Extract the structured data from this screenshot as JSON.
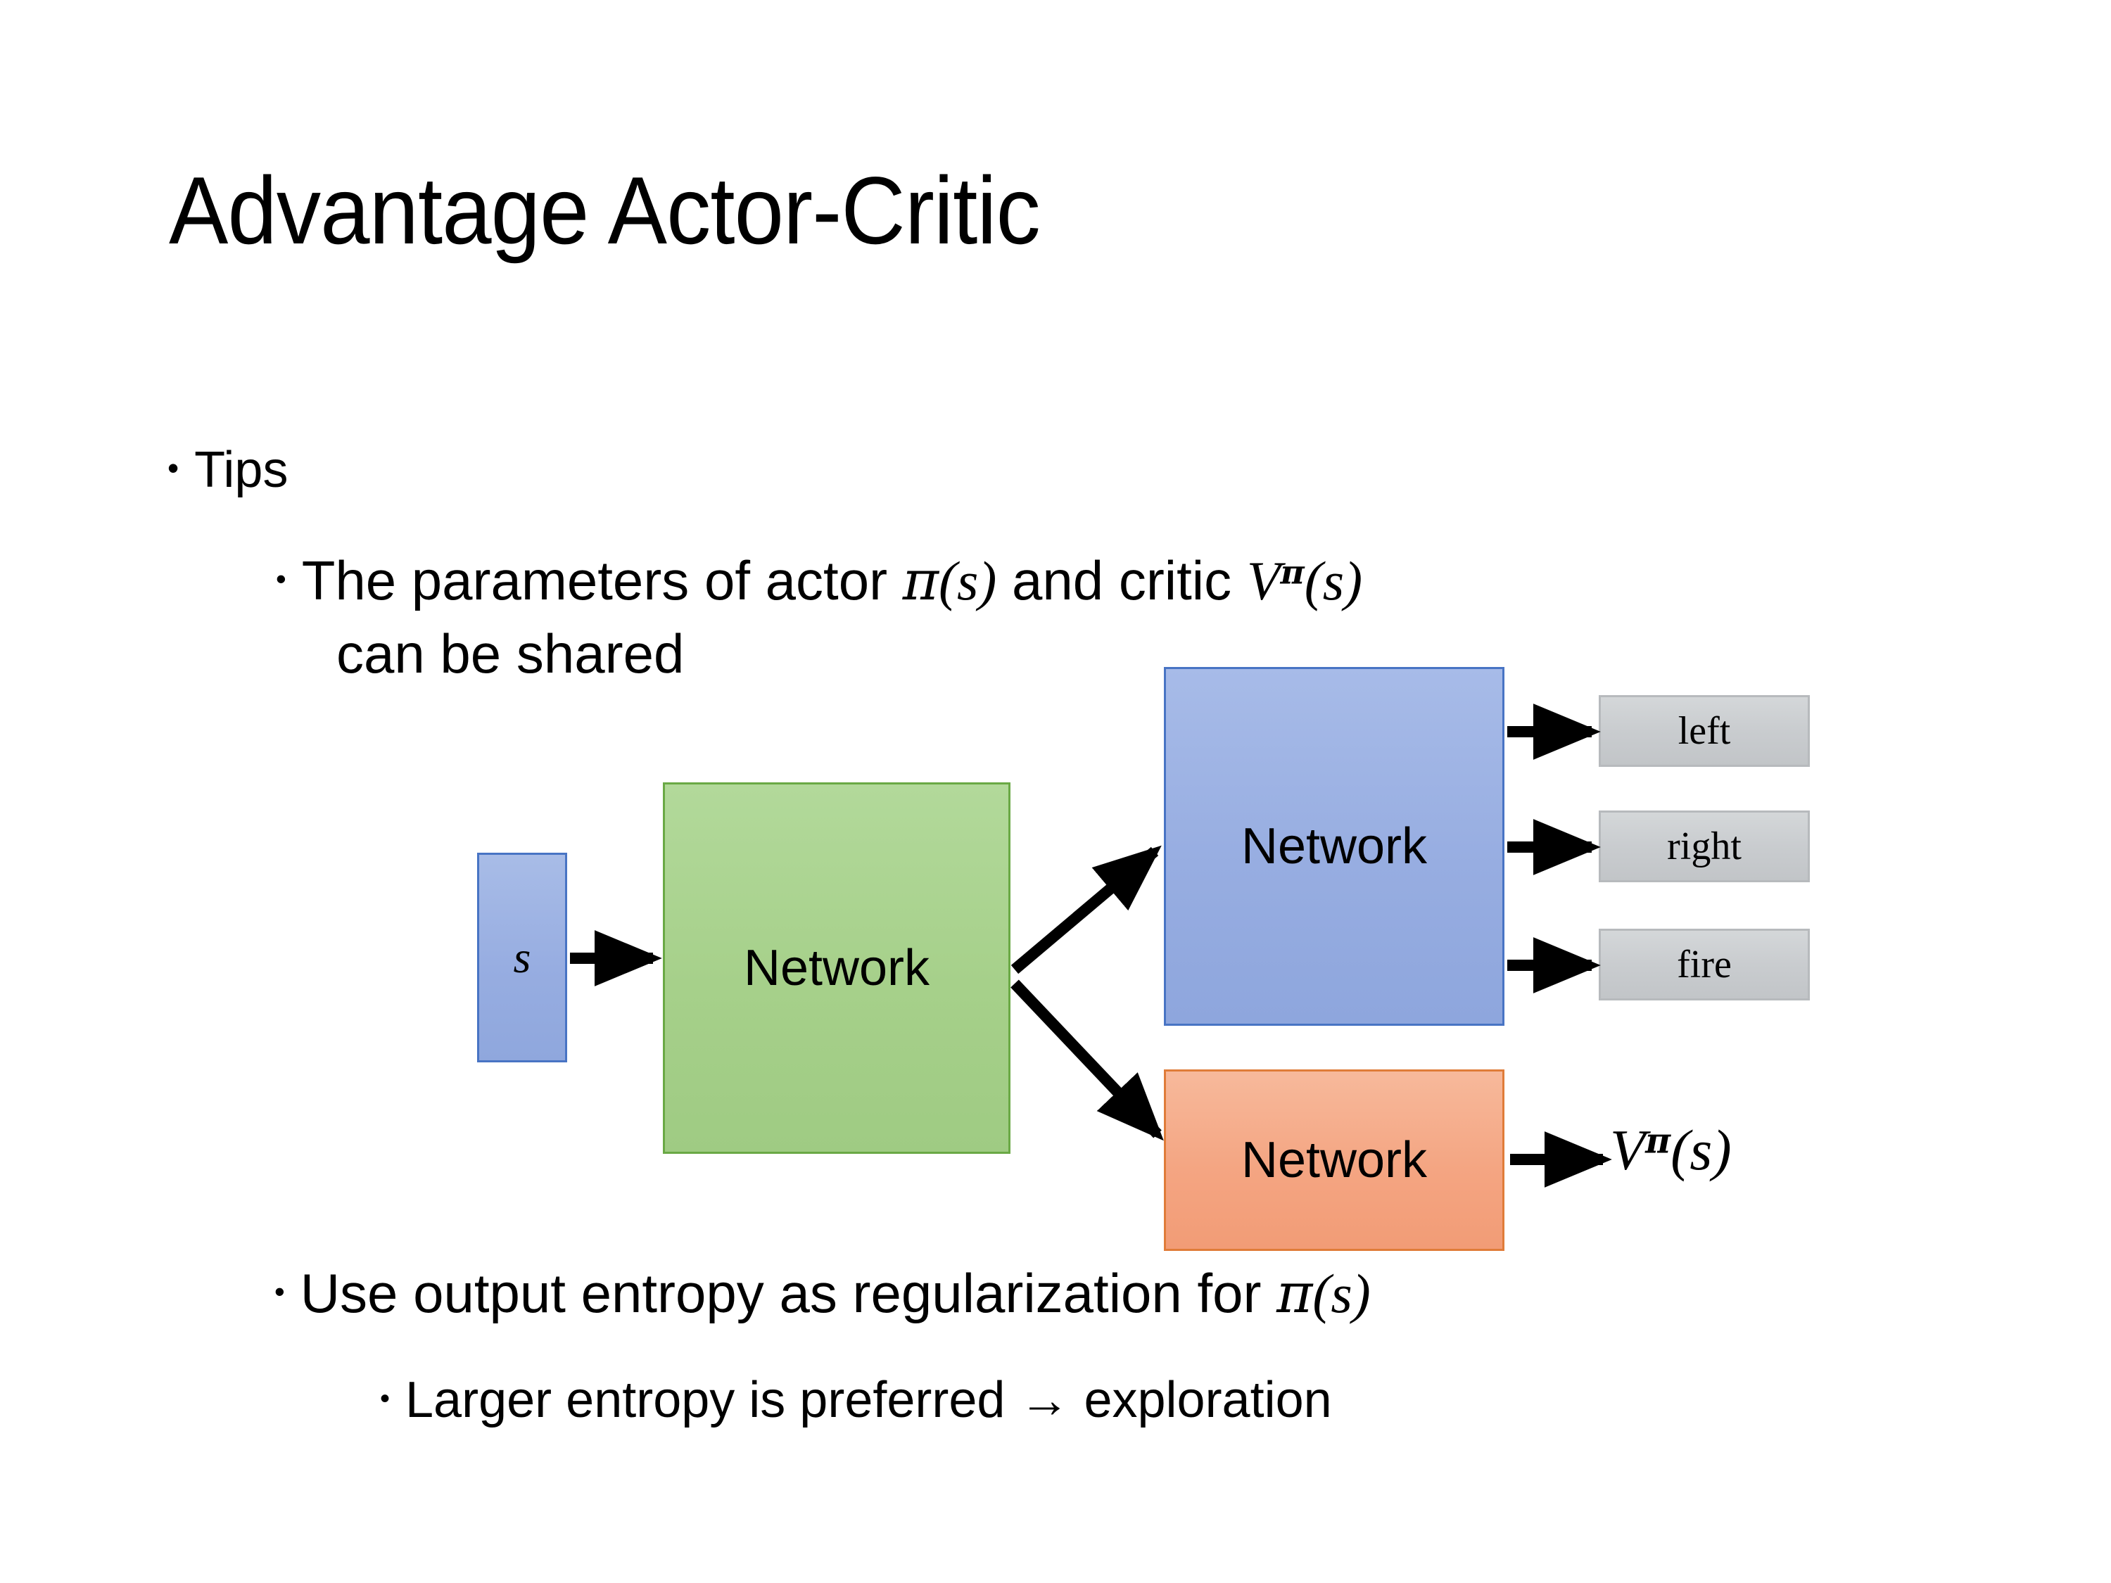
{
  "slide": {
    "title": "Advantage Actor-Critic",
    "background_color": "#ffffff"
  },
  "bullets": {
    "tips": {
      "marker": "•",
      "text": "Tips"
    },
    "parameters": {
      "marker": "•",
      "prefix": "The parameters of actor ",
      "actor_symbol": "π",
      "actor_arg": "(s)",
      "middle": "  and critic ",
      "critic_symbol": "V",
      "critic_superscript": "π",
      "critic_arg": "(s)",
      "wrap_line": "can be shared",
      "full_text": "The parameters of actor π(s)  and critic Vπ(s) can be shared"
    },
    "entropy": {
      "marker": "•",
      "prefix": "Use output entropy as regularization for ",
      "symbol": "π",
      "arg": "(s)",
      "full_text": "Use output entropy as regularization for π(s)"
    },
    "larger": {
      "marker": "•",
      "text": "Larger entropy is preferred → exploration"
    }
  },
  "diagram": {
    "input_box": {
      "label": "s",
      "fill": "#97ade1",
      "border": "#4874c4"
    },
    "shared_network": {
      "label": "Network",
      "fill": "#a6d08a",
      "border": "#6aa945"
    },
    "actor_network": {
      "label": "Network",
      "fill": "#97ade1",
      "border": "#4874c4"
    },
    "critic_network": {
      "label": "Network",
      "fill": "#f4a582",
      "border": "#e07c39"
    },
    "actions": [
      {
        "label": "left",
        "fill": "#c9cccf",
        "border": "#b7babd"
      },
      {
        "label": "right",
        "fill": "#c9cccf",
        "border": "#b7babd"
      },
      {
        "label": "fire",
        "fill": "#c9cccf",
        "border": "#b7babd"
      }
    ],
    "value_output": {
      "symbol": "V",
      "superscript": "π",
      "arg": "(s)",
      "full_text": "Vπ(s)"
    },
    "arrow_color": "#000000"
  }
}
